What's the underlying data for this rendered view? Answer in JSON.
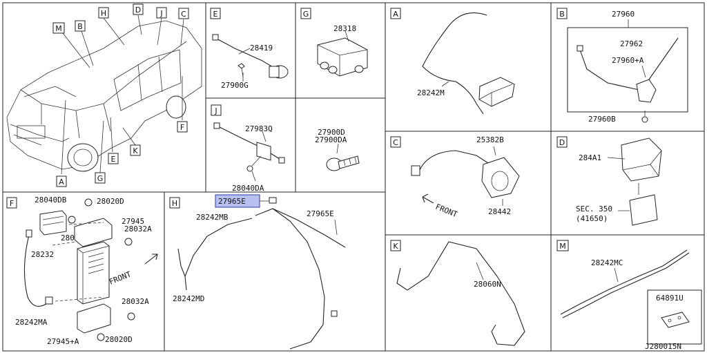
{
  "diagram_id": "J280015N",
  "front_label": "FRONT",
  "vehicle_callouts": [
    "A",
    "B",
    "C",
    "D",
    "E",
    "F",
    "G",
    "H",
    "J",
    "K",
    "M"
  ],
  "panels": {
    "E": {
      "letter": "E",
      "parts": [
        "28419",
        "27900G"
      ]
    },
    "G": {
      "letter": "G",
      "parts": [
        "28318"
      ]
    },
    "J": {
      "letter": "J",
      "parts": [
        "27983Q",
        "28040DA"
      ]
    },
    "bolt": {
      "parts": [
        "27900D",
        "27900DA"
      ]
    },
    "F": {
      "letter": "F",
      "parts": [
        "28040DB",
        "28020D",
        "27945",
        "28032A",
        "28051",
        "28232",
        "28032A",
        "28242MA",
        "27945+A",
        "28020D"
      ]
    },
    "H": {
      "letter": "H",
      "parts": [
        "27965E",
        "28242MB",
        "27965E",
        "28242MD"
      ]
    },
    "A": {
      "letter": "A",
      "parts": [
        "28242M"
      ]
    },
    "B": {
      "letter": "B",
      "parts": [
        "27960",
        "27962",
        "27960+A",
        "27960B"
      ]
    },
    "C": {
      "letter": "C",
      "parts": [
        "25382B",
        "28442"
      ]
    },
    "D": {
      "letter": "D",
      "parts": [
        "284A1",
        "SEC. 350",
        "(41650)"
      ]
    },
    "K": {
      "letter": "K",
      "parts": [
        "28060N"
      ]
    },
    "M": {
      "letter": "M",
      "parts": [
        "28242MC",
        "64891U"
      ]
    }
  }
}
